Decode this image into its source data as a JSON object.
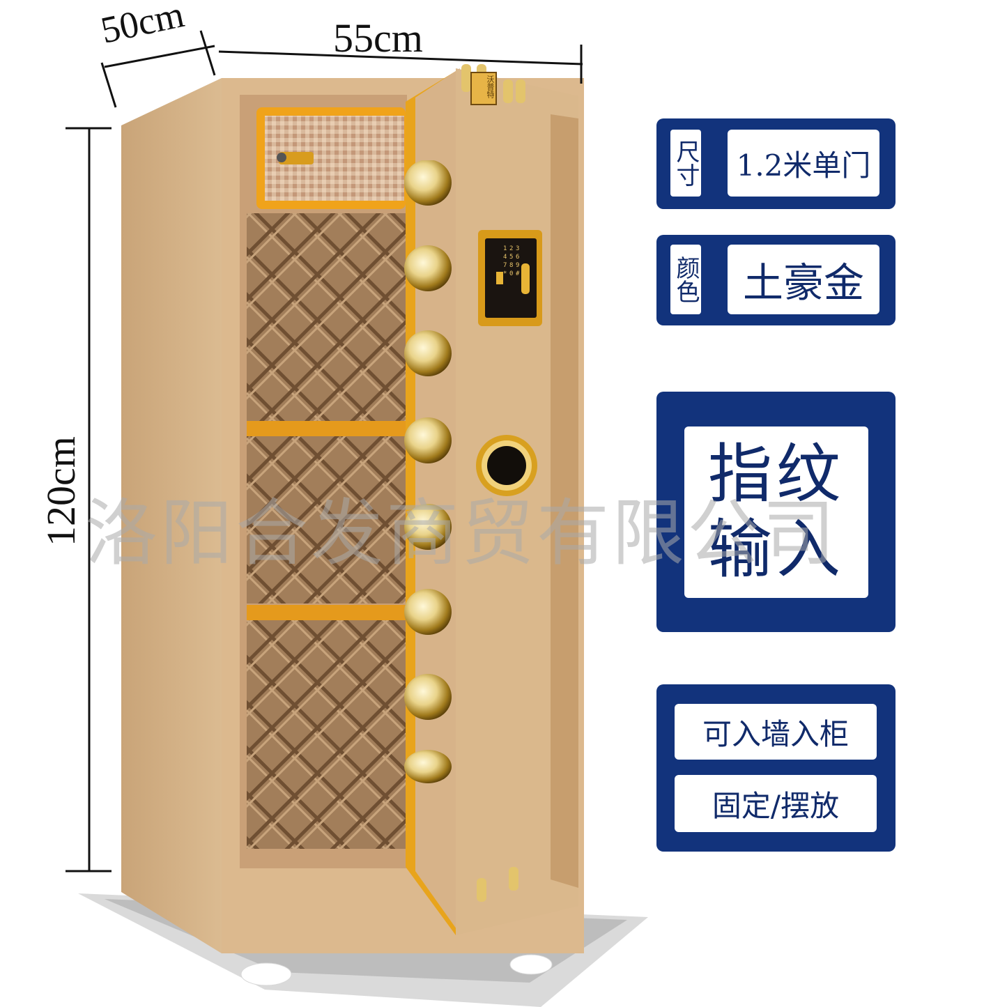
{
  "dimensions": {
    "depth": "50cm",
    "width": "55cm",
    "height": "120cm"
  },
  "brand_plate": "沃普特",
  "keypad_digits": [
    "1",
    "2",
    "3",
    "4",
    "5",
    "6",
    "7",
    "8",
    "9",
    "*",
    "0",
    "#"
  ],
  "specs": {
    "size_label": "尺寸",
    "size_value": "1.2米单门",
    "color_label": "颜色",
    "color_value": "土豪金"
  },
  "feature": {
    "line1": "指纹",
    "line2": "输入"
  },
  "install": {
    "option1": "可入墙入柜",
    "option2": "固定/摆放"
  },
  "watermark": "洛阳合发商贸有限公司",
  "colors": {
    "panel_blue": "#12337c",
    "safe_gold": "#dcb98e",
    "trim_gold": "#e5a11e"
  }
}
